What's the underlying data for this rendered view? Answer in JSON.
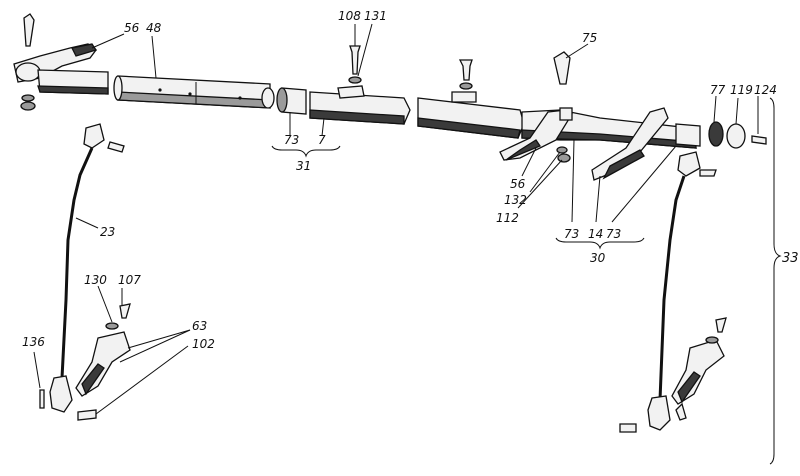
{
  "diagram": {
    "labels": {
      "p56_top": "56",
      "p48": "48",
      "p108": "108",
      "p131": "131",
      "p75": "75",
      "p77": "77",
      "p119": "119",
      "p124": "124",
      "p73_left": "73",
      "p7": "7",
      "p31": "31",
      "p56_mid": "56",
      "p132": "132",
      "p112": "112",
      "p73_a": "73",
      "p14": "14",
      "p73_b": "73",
      "p30": "30",
      "p23": "23",
      "p130": "130",
      "p107": "107",
      "p63": "63",
      "p102": "102",
      "p136": "136",
      "p33": "33"
    }
  }
}
